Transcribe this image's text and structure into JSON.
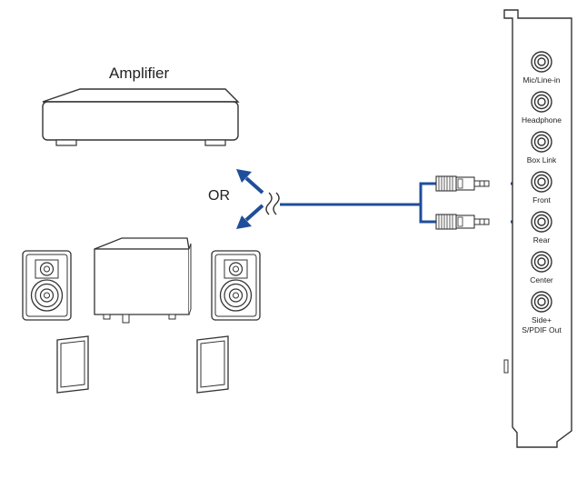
{
  "amplifier": {
    "label": "Amplifier"
  },
  "or_label": "OR",
  "ports": [
    {
      "label": "Mic/Line-in"
    },
    {
      "label": "Headphone"
    },
    {
      "label": "Box Link"
    },
    {
      "label": "Front"
    },
    {
      "label": "Rear"
    },
    {
      "label": "Center"
    },
    {
      "label": "Side+"
    },
    {
      "label": "S/PDIF Out"
    }
  ],
  "colors": {
    "arrow": "#1f4e9a",
    "cable": "#1f4e9a",
    "line": "#333333"
  },
  "icons": [
    "amplifier-icon",
    "speaker-icon",
    "subwoofer-icon",
    "surround-speaker-icon",
    "audio-jack-icon",
    "plug-icon",
    "arrow-icon"
  ]
}
